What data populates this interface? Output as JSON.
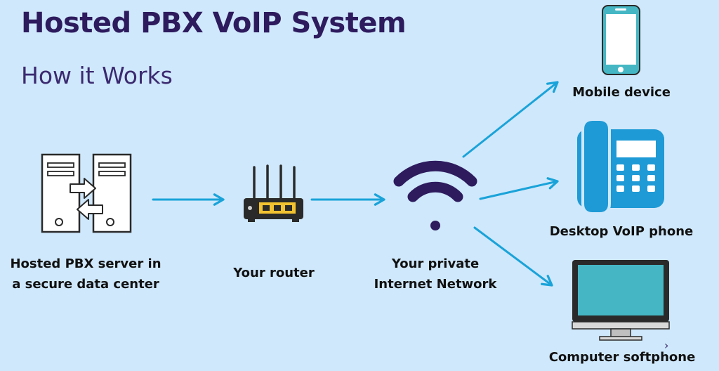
{
  "title": "Hosted PBX VoIP System",
  "subtitle": "How it Works",
  "nodes": {
    "server": {
      "line1": "Hosted PBX server in",
      "line2": "a secure data center"
    },
    "router": {
      "label": "Your router"
    },
    "network": {
      "line1": "Your private",
      "line2": "Internet Network"
    },
    "mobile": {
      "label": "Mobile device"
    },
    "desk_phone": {
      "label": "Desktop VoIP phone"
    },
    "computer": {
      "label": "Computer softphone"
    }
  },
  "colors": {
    "background": "#cfe8fb",
    "title": "#2d1b5e",
    "arrow": "#1aa3d9",
    "device_blue": "#1e9ad6",
    "screen_teal": "#45b7c4",
    "wifi_purple": "#2d1b5e",
    "router_yellow": "#f2c230"
  }
}
